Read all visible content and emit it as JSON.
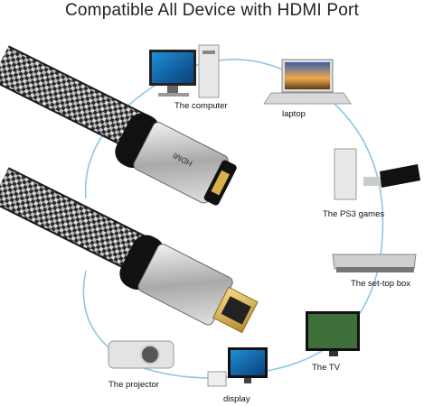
{
  "title": "Compatible All Device with HDMI Port",
  "connector_brand": "HDMI",
  "devices": [
    {
      "id": "computer",
      "label": "The computer"
    },
    {
      "id": "laptop",
      "label": "laptop"
    },
    {
      "id": "ps3",
      "label": "The PS3 games"
    },
    {
      "id": "settop",
      "label": "The set-top box"
    },
    {
      "id": "tv",
      "label": "The TV"
    },
    {
      "id": "display",
      "label": "display"
    },
    {
      "id": "projector",
      "label": "The projector"
    }
  ],
  "colors": {
    "ring": "#8ec6e6",
    "gold": "#d9b04a",
    "silver": "#c9c9c9"
  }
}
